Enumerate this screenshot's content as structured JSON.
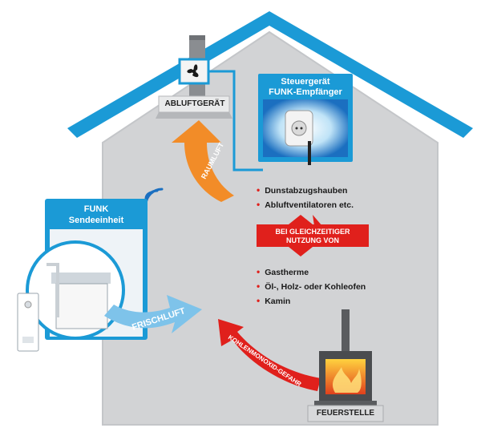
{
  "labels": {
    "abluftgeraet": "ABLUFTGERÄT",
    "steuergeraet_line1": "Steuergerät",
    "steuergeraet_line2": "FUNK-Empfänger",
    "funk_line1": "FUNK",
    "funk_line2": "Sendeeinheit",
    "raumluft": "RAUMLUFT",
    "frischluft": "FRISCHLUFT",
    "kohlenmonoxid": "KOHLENMONOXID-GEFAHR",
    "feuerstelle": "FEUERSTELLE",
    "bei_line1": "BEI GLEICHZEITIGER",
    "bei_line2": "NUTZUNG VON"
  },
  "group_top": [
    "Dunstabzugshauben",
    "Abluftventilatoren etc."
  ],
  "group_bottom": [
    "Gastherme",
    "Öl-, Holz- oder Kohleofen",
    "Kamin"
  ],
  "colors": {
    "roof_blue": "#1b9ad6",
    "wall_grey": "#d2d3d5",
    "arrow_orange": "#f28c28",
    "arrow_blue": "#7ec3ea",
    "arrow_red": "#e0201c",
    "badge_red": "#e0201c",
    "panel_blue": "#1b9ad6"
  },
  "icons": [
    "fan-icon",
    "wifi-signal-icon",
    "flame-icon",
    "stove-icon",
    "plug-socket-icon",
    "window-sensor-icon"
  ]
}
